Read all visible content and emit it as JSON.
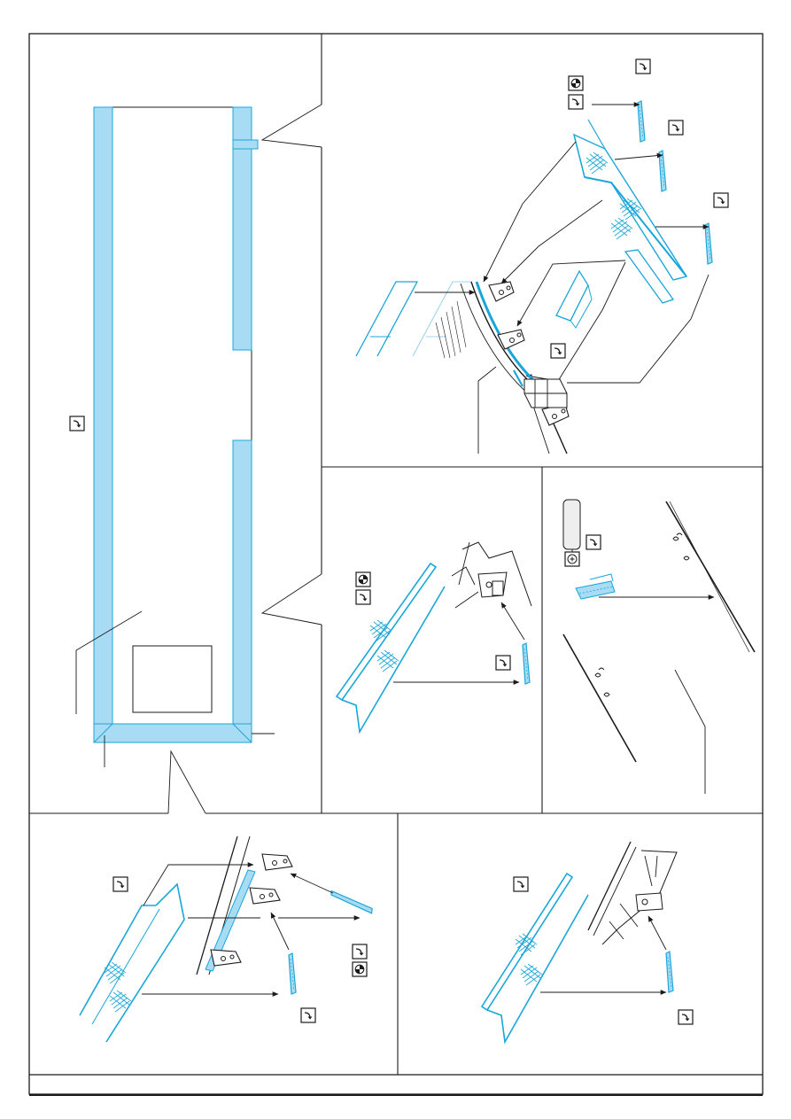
{
  "colors": {
    "ink": "#1b1b1b",
    "photoetch_cyan": "#1aa6d9",
    "photoetch_fill": "#a8dcf4",
    "paper": "#ffffff"
  },
  "icons": {
    "bend": "bend-arrow-icon",
    "glue": "glue-drop-icon",
    "remove": "remove-part-icon"
  },
  "panels": [
    {
      "name": "left-overview-panel"
    },
    {
      "name": "top-right-panel"
    },
    {
      "name": "middle-left-panel"
    },
    {
      "name": "middle-right-panel"
    },
    {
      "name": "bottom-left-panel"
    },
    {
      "name": "bottom-right-panel"
    }
  ]
}
